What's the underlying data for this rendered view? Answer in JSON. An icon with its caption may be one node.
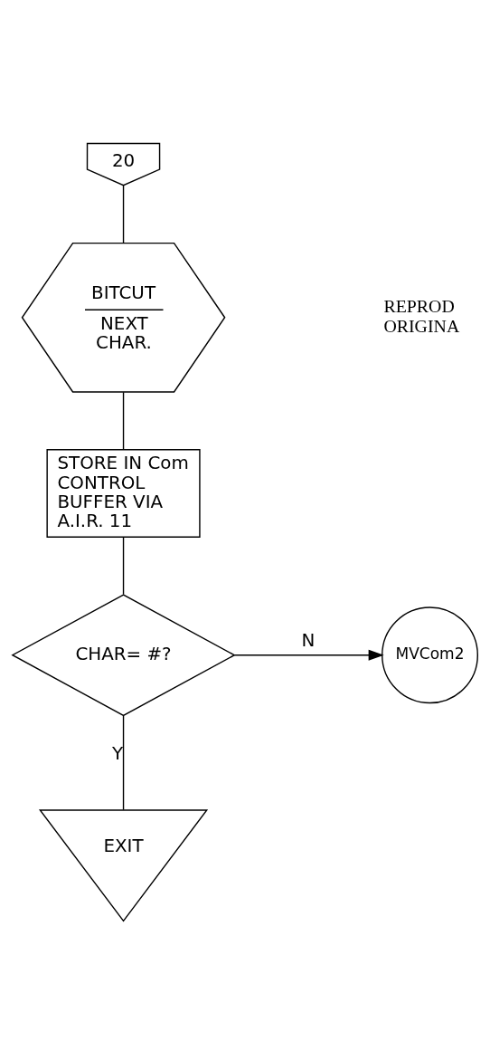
{
  "diagram": {
    "nodes": [
      {
        "text": [
          "20"
        ]
      },
      {
        "text": [
          "BITCUT",
          "NEXT CHAR."
        ]
      },
      {
        "text": [
          "STORE IN Com CONTROL BUFFER VIA A.I.R. 11"
        ]
      },
      {
        "text": [
          "CHAR= #?"
        ]
      },
      {
        "text": [
          "MVCom2"
        ]
      },
      {
        "text": [
          "EXIT"
        ]
      }
    ],
    "edges": [
      {
        "from": 0,
        "to": 1,
        "arrow": "none"
      },
      {
        "from": 1,
        "to": 2,
        "arrow": "none"
      },
      {
        "from": 2,
        "to": 3,
        "arrow": "none"
      },
      {
        "from": 3,
        "to": 4,
        "arrow": "to",
        "label": "N"
      },
      {
        "from": 3,
        "to": 5,
        "arrow": "none",
        "label": "Y"
      }
    ],
    "labels": [
      "REPROD",
      "ORIGINA"
    ]
  }
}
